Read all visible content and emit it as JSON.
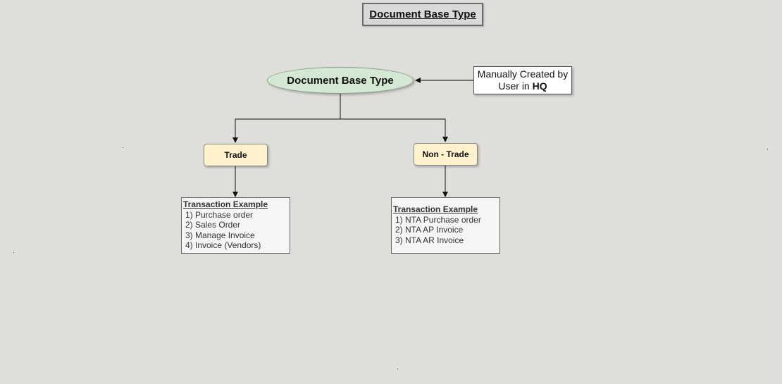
{
  "diagram_title": "Document Base Type",
  "root": {
    "label": "Document Base Type"
  },
  "manual_note": {
    "line1": "Manually Created by",
    "line2_prefix": "User in ",
    "line2_bold": "HQ"
  },
  "categories": {
    "trade": {
      "label": "Trade",
      "example_heading": "Transaction Example",
      "examples": [
        "1) Purchase order",
        "2) Sales Order",
        "3) Manage Invoice",
        "4) Invoice (Vendors)"
      ]
    },
    "non_trade": {
      "label": "Non - Trade",
      "example_heading": "Transaction Example",
      "examples": [
        "1) NTA Purchase order",
        "2) NTA AP Invoice",
        "3) NTA AR Invoice"
      ]
    }
  },
  "colors": {
    "background": "#dfdedb",
    "root_fill": "#d5e8d4",
    "category_fill": "#fff2cc",
    "example_fill": "#f5f5f5"
  }
}
